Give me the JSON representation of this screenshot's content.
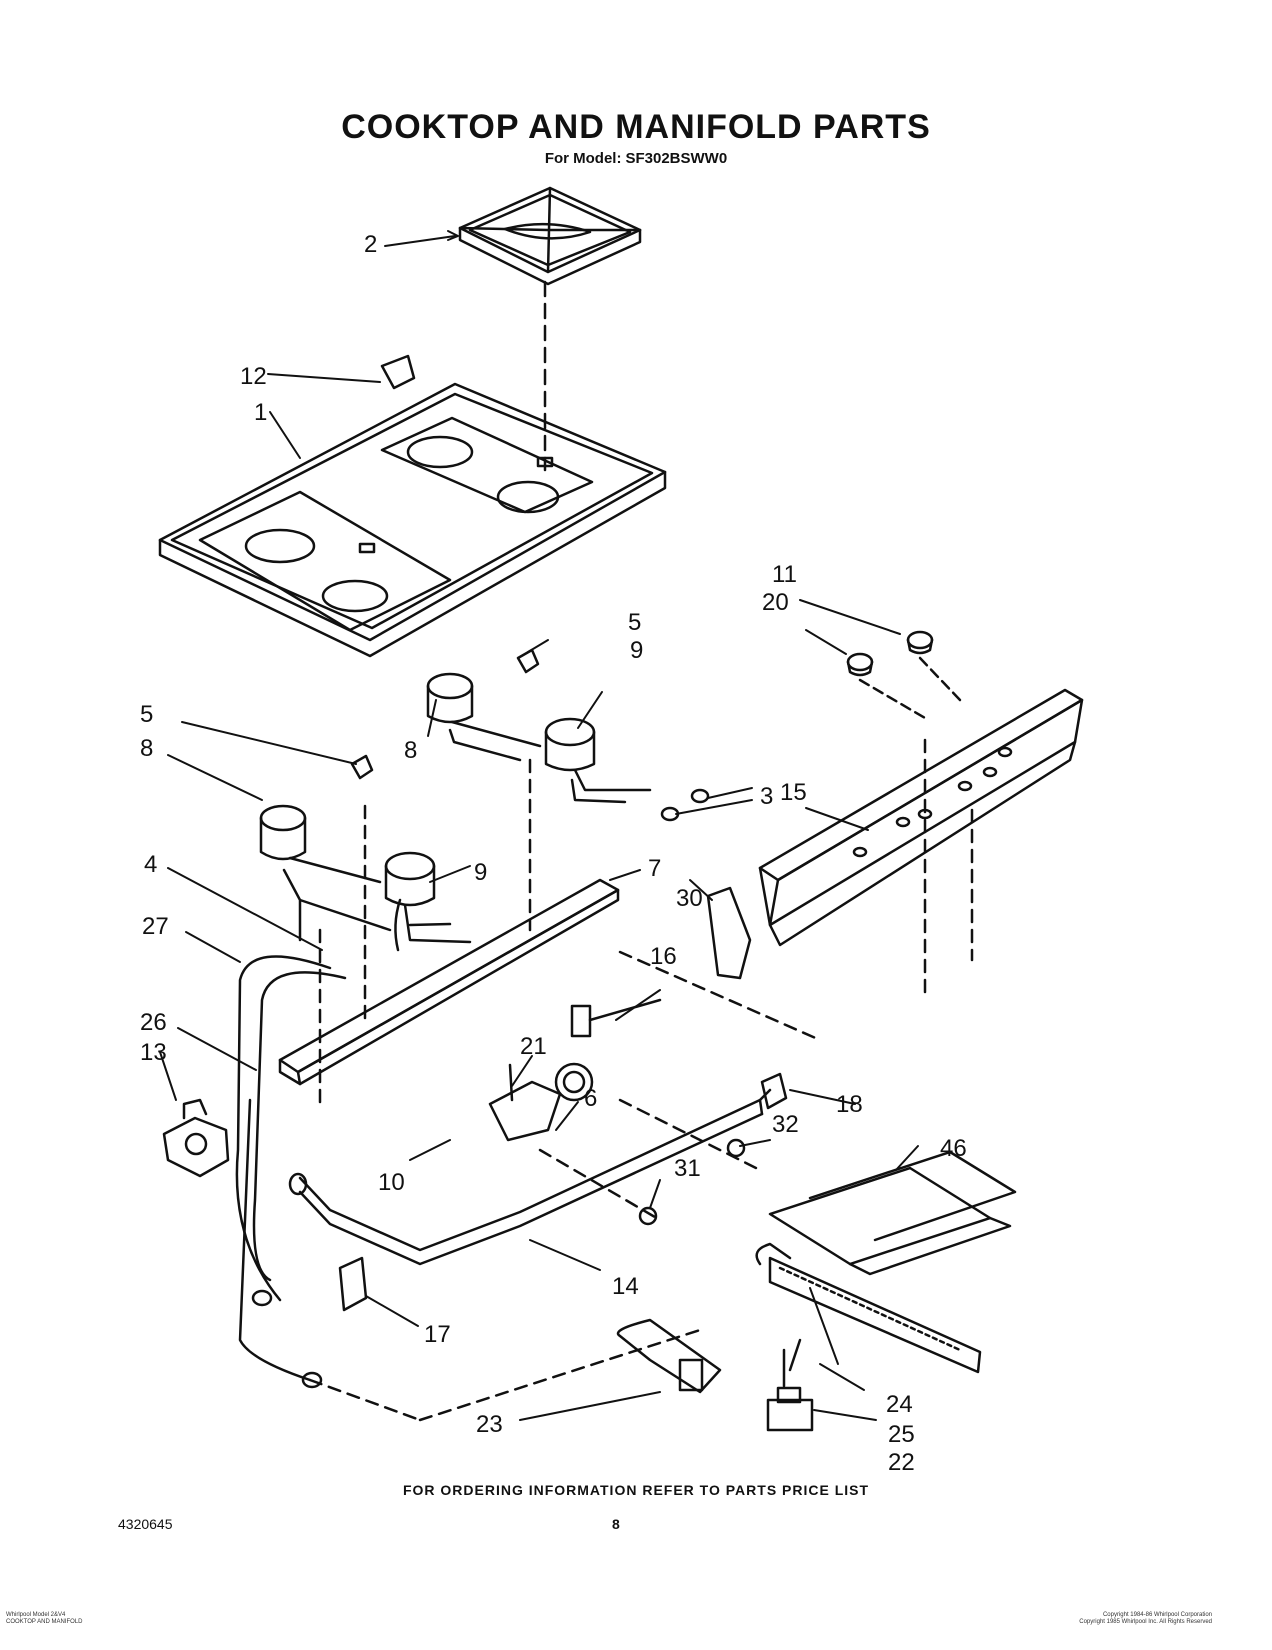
{
  "header": {
    "title": "COOKTOP AND MANIFOLD PARTS",
    "model_label": "For Model:",
    "model_number": "SF302BSWW0"
  },
  "callouts": [
    "1",
    "2",
    "3",
    "4",
    "5",
    "5",
    "6",
    "7",
    "8",
    "8",
    "9",
    "9",
    "10",
    "11",
    "12",
    "13",
    "14",
    "15",
    "16",
    "17",
    "18",
    "20",
    "21",
    "22",
    "23",
    "24",
    "25",
    "26",
    "27",
    "30",
    "31",
    "32",
    "46"
  ],
  "footer": {
    "ordering_note": "FOR ORDERING INFORMATION REFER TO PARTS PRICE LIST",
    "doc_number": "4320645",
    "page_number": "8",
    "fine_print_left": [
      "Whirlpool Model 2&V4",
      "COOKTOP AND MANIFOLD"
    ],
    "fine_print_right": [
      "Copyright 1984-86 Whirlpool Corporation",
      "Copyright 1985 Whirlpool Inc. All Rights Reserved"
    ]
  }
}
